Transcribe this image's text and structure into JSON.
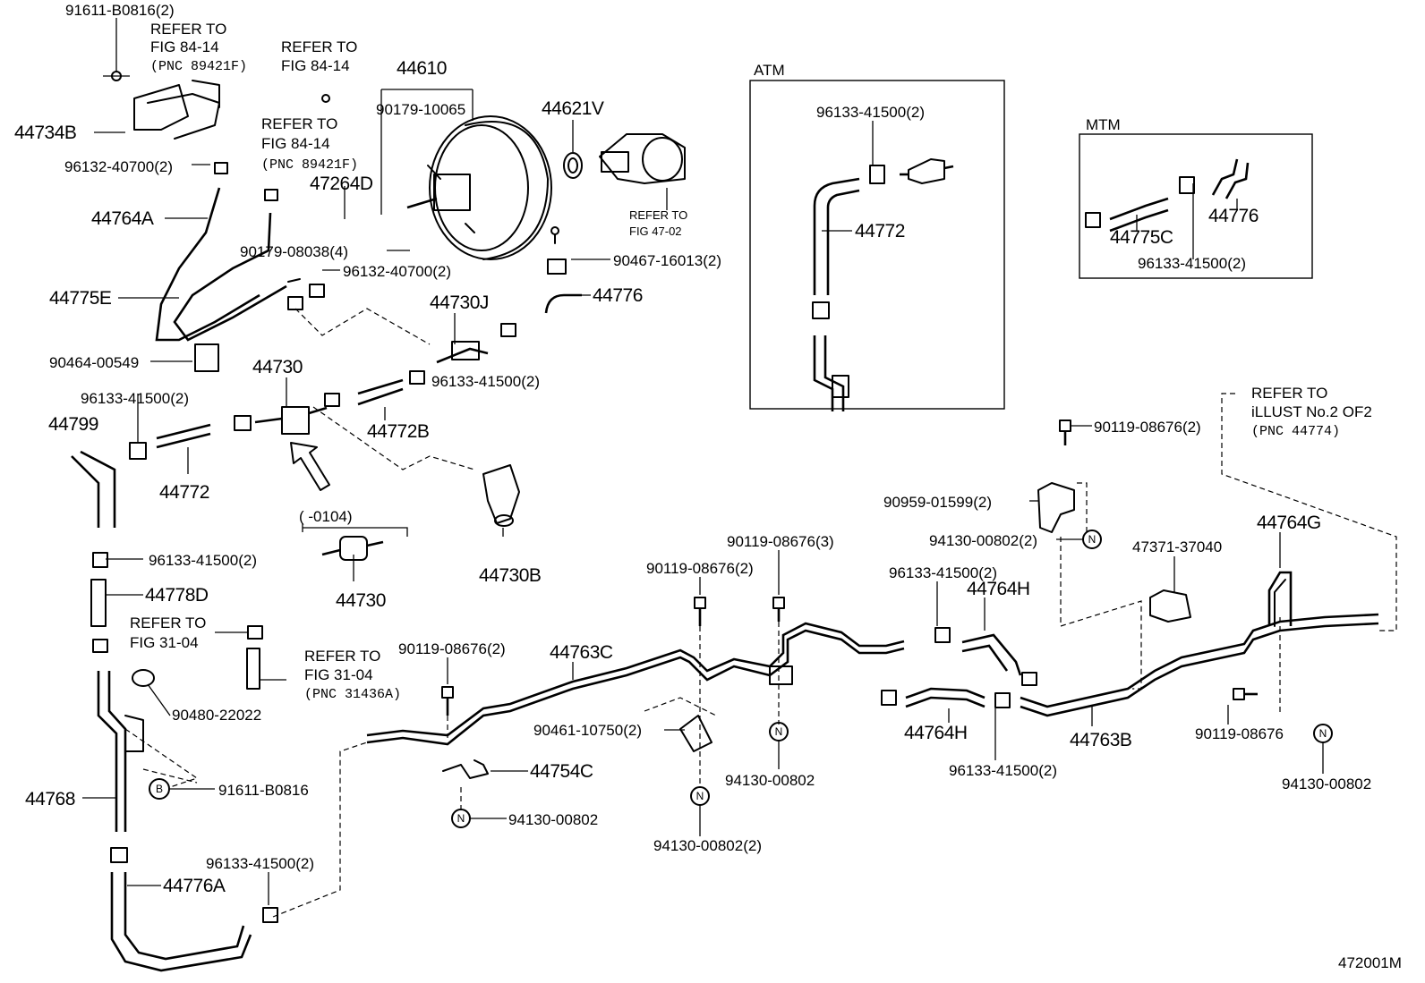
{
  "figure_id": "472001M",
  "boxes": {
    "atm": "ATM",
    "mtm": "MTM"
  },
  "labels": {
    "p91611_b0816_2": "91611-B0816(2)",
    "ref84_14_a": "REFER TO",
    "ref84_14_a2": "FIG 84-14",
    "ref84_14_a3": "(PNC 89421F)",
    "ref84_14_b": "REFER TO",
    "ref84_14_b2": "FIG 84-14",
    "ref84_14_c": "REFER TO",
    "ref84_14_c2": "FIG 84-14",
    "ref84_14_c3": "(PNC 89421F)",
    "p44734b": "44734B",
    "p96132_40700_2_a": "96132-40700(2)",
    "p44610": "44610",
    "p90179_10065": "90179-10065",
    "p44621v": "44621V",
    "p47264d": "47264D",
    "ref47_02": "REFER TO",
    "ref47_02b": "FIG 47-02",
    "p90179_08038_4": "90179-08038(4)",
    "p44764a": "44764A",
    "p44775e": "44775E",
    "p96132_40700_2_b": "96132-40700(2)",
    "p90467_16013_2": "90467-16013(2)",
    "p44730j": "44730J",
    "p44776_a": "44776",
    "p90464_00549": "90464-00549",
    "p44730_a": "44730",
    "p96133_41500_2_a": "96133-41500(2)",
    "p96133_41500_2_b": "96133-41500(2)",
    "p44799": "44799",
    "p44772b": "44772B",
    "p44772_a": "44772",
    "p44730b": "44730B",
    "p0104": "(      -0104)",
    "p44730_b": "44730",
    "p96133_41500_2_c": "96133-41500(2)",
    "p44778d": "44778D",
    "ref31_04_a": "REFER TO",
    "ref31_04_a2": "FIG 31-04",
    "ref31_04_b": "REFER TO",
    "ref31_04_b2": "FIG 31-04",
    "ref31_04_b3": "(PNC 31436A)",
    "p90480_22022": "90480-22022",
    "p44768": "44768",
    "p91611_b0816": "91611-B0816",
    "p44776a": "44776A",
    "p96133_41500_2_d": "96133-41500(2)",
    "p90119_08676_2_a": "90119-08676(2)",
    "p44763c": "44763C",
    "p90119_08676_2_b": "90119-08676(2)",
    "p90119_08676_3": "90119-08676(3)",
    "p90461_10750_2": "90461-10750(2)",
    "p44754c": "44754C",
    "p94130_00802_a": "94130-00802",
    "p94130_00802_b": "94130-00802",
    "p94130_00802_2_a": "94130-00802(2)",
    "p96133_41500_2_e": "96133-41500(2)",
    "p96133_41500_2_atm": "96133-41500(2)",
    "p44772_atm": "44772",
    "p96133_41500_2_mtm": "96133-41500(2)",
    "p44775c": "44775C",
    "p44776_mtm": "44776",
    "p90119_08676_2_c": "90119-08676(2)",
    "ref_illust": "REFER TO",
    "ref_illust2": "iLLUST No.2 OF2",
    "ref_illust3": "(PNC 44774)",
    "p90959_01599_2": "90959-01599(2)",
    "p94130_00802_2_b": "94130-00802(2)",
    "p47371_37040": "47371-37040",
    "p44764g": "44764G",
    "p44764h_a": "44764H",
    "p44764h_b": "44764H",
    "p96133_41500_2_f": "96133-41500(2)",
    "p44763b": "44763B",
    "p90119_08676": "90119-08676",
    "p94130_00802_c": "94130-00802",
    "sym_n": "N",
    "sym_b": "B"
  }
}
